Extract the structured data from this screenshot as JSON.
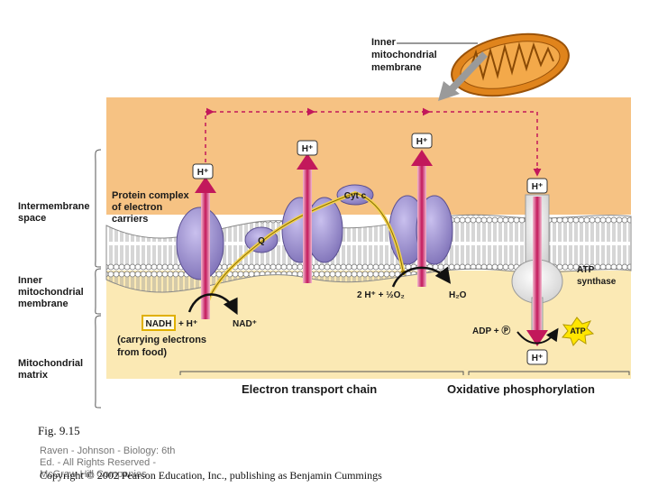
{
  "diagram": {
    "top_label": [
      "Inner",
      "mitochondrial",
      "membrane"
    ],
    "side_labels": {
      "intermembrane": [
        "Intermembrane",
        "space"
      ],
      "inner_membrane": [
        "Inner",
        "mitochondrial",
        "membrane"
      ],
      "matrix": [
        "Mitochondrial",
        "matrix"
      ]
    },
    "protein_complex": [
      "Protein complex",
      "of electron",
      "carriers"
    ],
    "h_plus": "H⁺",
    "cyt_c": "Cyt c",
    "q": "Q",
    "nadh": "NADH",
    "plus_h": "+ H⁺",
    "nad_plus": "NAD⁺",
    "carrying": [
      "(carrying electrons",
      "from food)"
    ],
    "oxygen_reaction": "2 H⁺ + ½O₂",
    "water": "H₂O",
    "atp_synthase": [
      "ATP",
      "synthase"
    ],
    "adp": "ADP + Ⓟ",
    "atp": "ATP",
    "etc_title": "Electron transport chain",
    "oxphos_title": "Oxidative phosphorylation"
  },
  "caption": "Fig. 9.15",
  "credit_lines": [
    "Raven - Johnson - Biology: 6th",
    "Ed. - All Rights Reserved -",
    "McGraw-Hill Companies"
  ],
  "copyright": "Copyright © 2002 Pearson Education, Inc., publishing as Benjamin Cummings",
  "colors": {
    "intermembrane": "#f6c283",
    "matrix": "#fbe9b4",
    "proton_arrow": "#c2185b",
    "protein": "#9b8fcf",
    "mitochondrion": "#e0841c"
  }
}
